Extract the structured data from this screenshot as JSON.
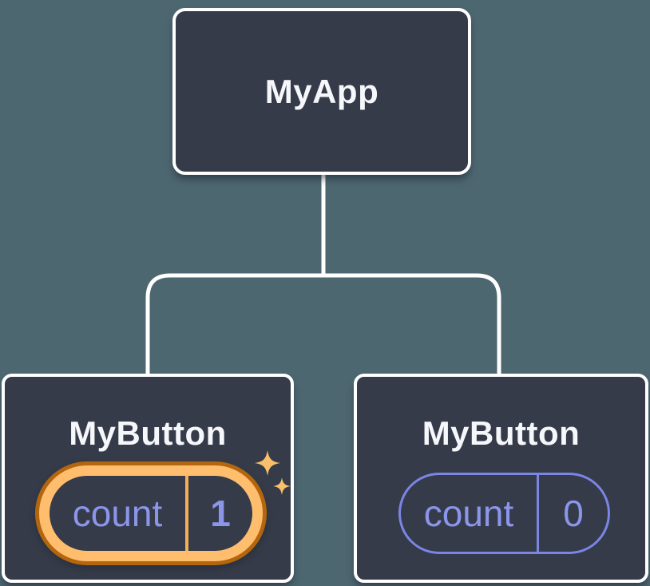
{
  "diagram": {
    "description": "React component tree with isolated state",
    "root": {
      "label": "MyApp"
    },
    "children": [
      {
        "label": "MyButton",
        "state": {
          "name": "count",
          "value": "1",
          "highlighted": true
        }
      },
      {
        "label": "MyButton",
        "state": {
          "name": "count",
          "value": "0",
          "highlighted": false
        }
      }
    ]
  },
  "icons": {
    "sparkles": "sparkles-icon"
  },
  "colors": {
    "background": "#4D6771",
    "node_fill": "#353B49",
    "node_border": "#FFFFFF",
    "connector": "#FFFFFF",
    "label_text": "#F5F7FA",
    "state_text": "#8B95EA",
    "state_border": "#7B85E6",
    "highlight_ring_outer": "#B4660E",
    "highlight_ring_inner": "#FEBE6E",
    "highlight_divider": "#F5AE55",
    "sparkle": "#F9BF6A"
  }
}
